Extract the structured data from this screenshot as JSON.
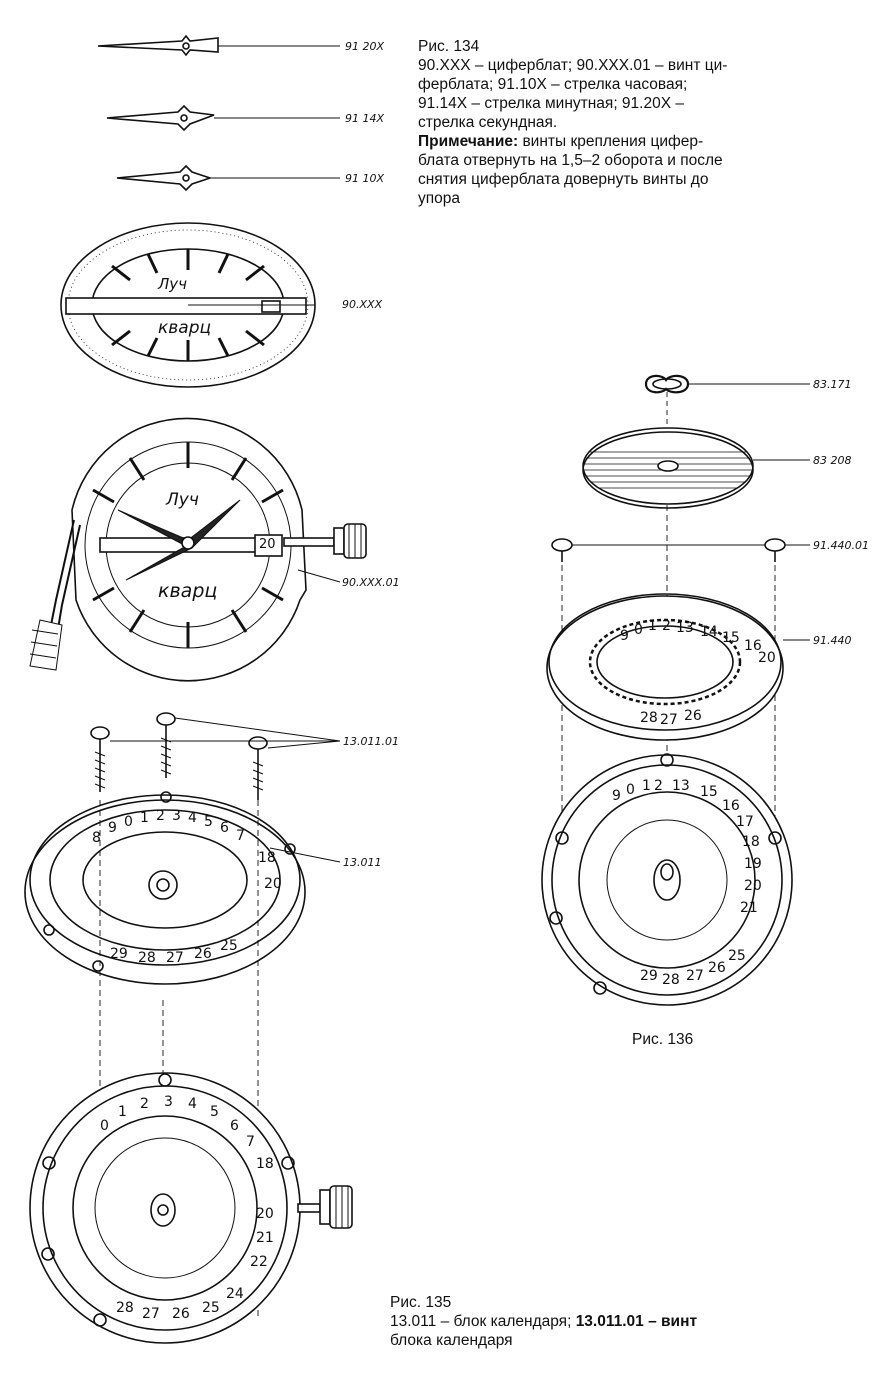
{
  "fig134": {
    "title": "Рис. 134",
    "line1": "90.XXX – циферблат; 90.XXX.01 – винт ци-",
    "line2": "ферблата; 91.10X – стрелка часовая;",
    "line3": "91.14X – стрелка минутная; 91.20X –",
    "line4": "стрелка секундная.",
    "note_label": "Примечание:",
    "note_line1": " винты крепления цифер-",
    "note_line2": "блата отвернуть на 1,5–2 оборота и после",
    "note_line3": "снятия циферблата довернуть винты до",
    "note_line4": "упора"
  },
  "fig135": {
    "title": "Рис. 135",
    "line1_a": "13.011 – блок календаря; ",
    "line1_b": "13.011.01 – винт",
    "line2": "блока календаря"
  },
  "fig136": {
    "title": "Рис. 136"
  },
  "callouts": {
    "second_hand": "91 20X",
    "minute_hand": "91 14X",
    "hour_hand": "91 10X",
    "dial": "90.XXX",
    "dial_screw": "90.XXX.01",
    "calendar_screw": "13.011.01",
    "calendar_block": "13.011",
    "spring": "83.171",
    "disc": "83 208",
    "ring_screw": "91.440.01",
    "date_ring": "91.440"
  },
  "dial_marks": {
    "brand": "Луч",
    "model": "кварц",
    "date_window": "20"
  }
}
